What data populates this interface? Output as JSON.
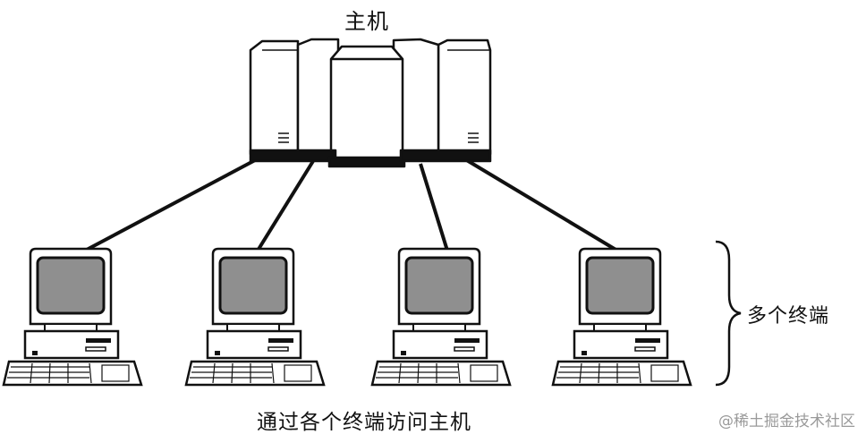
{
  "labels": {
    "host": "主机",
    "terminals": "多个终端",
    "caption": "通过各个终端访问主机"
  },
  "watermark": "@稀土掘金技术社区",
  "terminal_count": 4,
  "colors": {
    "line": "#111111",
    "screen": "#8f8f8f",
    "background": "#ffffff",
    "watermark": "#9a9a9a"
  }
}
